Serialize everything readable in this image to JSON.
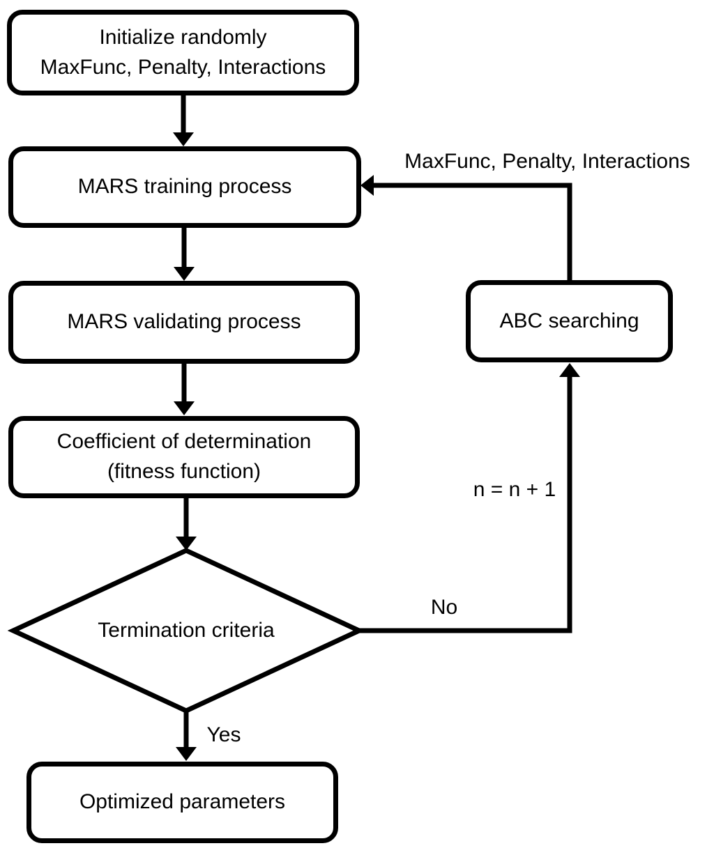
{
  "flowchart": {
    "background_color": "#ffffff",
    "stroke_color": "#000000",
    "fill_color": "#ffffff",
    "nodes": {
      "init": {
        "shape": "rounded-rectangle",
        "label": "Initialize randomly\nMaxFunc, Penalty, Interactions"
      },
      "train": {
        "shape": "rounded-rectangle",
        "label": "MARS training process"
      },
      "validate": {
        "shape": "rounded-rectangle",
        "label": "MARS validating process"
      },
      "fitness": {
        "shape": "rounded-rectangle",
        "label": "Coefficient of determination\n(fitness function)"
      },
      "decision": {
        "shape": "diamond",
        "label": "Termination criteria"
      },
      "abc": {
        "shape": "rounded-rectangle",
        "label": "ABC searching"
      },
      "optimized": {
        "shape": "rounded-rectangle",
        "label": "Optimized parameters"
      }
    },
    "edges": [
      {
        "from": "init",
        "to": "train",
        "label": ""
      },
      {
        "from": "train",
        "to": "validate",
        "label": ""
      },
      {
        "from": "validate",
        "to": "fitness",
        "label": ""
      },
      {
        "from": "fitness",
        "to": "decision",
        "label": ""
      },
      {
        "from": "decision",
        "to": "optimized",
        "label": "Yes"
      },
      {
        "from": "decision",
        "to": "abc",
        "label": "No",
        "annotation": "n = n + 1"
      },
      {
        "from": "abc",
        "to": "train",
        "label": "MaxFunc, Penalty, Interactions"
      }
    ]
  }
}
